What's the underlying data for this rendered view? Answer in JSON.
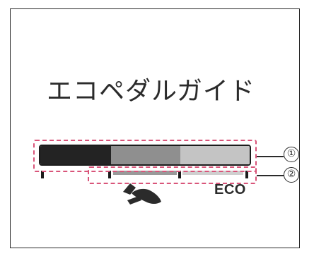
{
  "title": "エコペダルガイド",
  "eco_label": "ECO",
  "callouts": [
    "①",
    "②"
  ],
  "icons": {
    "pedal": "foot-pedal-icon"
  },
  "bar_segments": [
    {
      "name": "dark",
      "color": "#232323"
    },
    {
      "name": "mid",
      "color": "#8f8f8f"
    },
    {
      "name": "light",
      "color": "#c4c4c4"
    }
  ],
  "colors": {
    "highlight_dash": "#d9557a",
    "guide_line_dark": "#9a9a9a",
    "guide_line_light": "#cfcfcf"
  }
}
